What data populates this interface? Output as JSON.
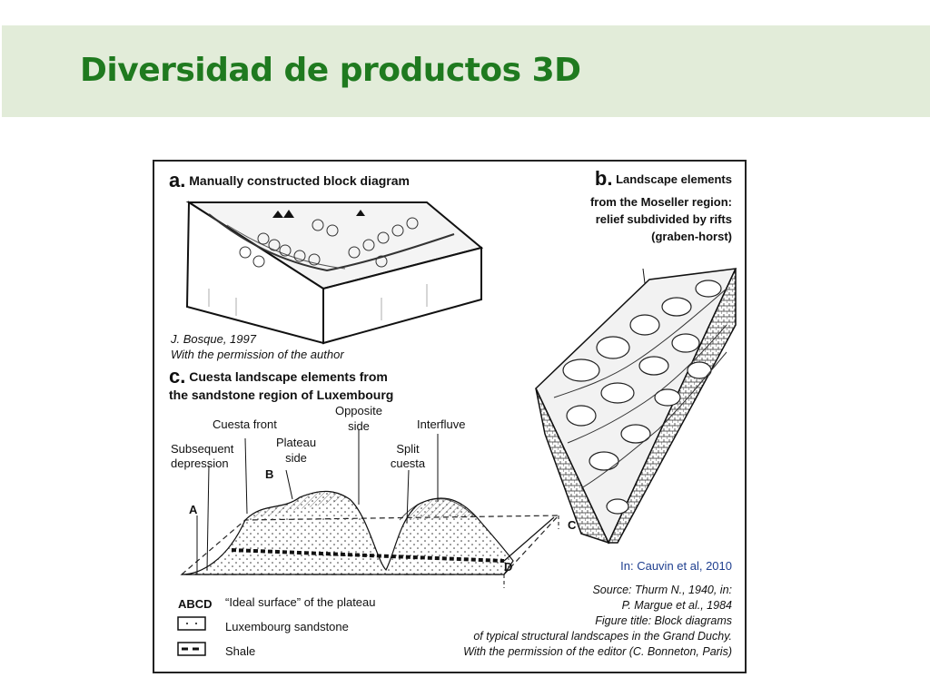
{
  "slide": {
    "title": "Diversidad de productos 3D"
  },
  "panel_a": {
    "letter": "a.",
    "title": "Manually constructed block diagram",
    "credit_line1": "J. Bosque, 1997",
    "credit_line2": "With the permission of the author"
  },
  "panel_b": {
    "letter": "b.",
    "title_lines": [
      "Landscape elements",
      "from the Moseller region:",
      "relief subdivided by rifts",
      "(graben-horst)"
    ],
    "citation": "In: Cauvin et al, 2010"
  },
  "panel_c": {
    "letter": "c.",
    "title_line1": "Cuesta landscape elements from",
    "title_line2": "the sandstone region of Luxembourg",
    "labels": {
      "cuesta_front": "Cuesta front",
      "opposite_side_1": "Opposite",
      "opposite_side_2": "side",
      "interfluve": "Interfluve",
      "plateau_side_1": "Plateau",
      "plateau_side_2": "side",
      "subsequent_depression_1": "Subsequent",
      "subsequent_depression_2": "depression",
      "split_cuesta_1": "Split",
      "split_cuesta_2": "cuesta",
      "corner_a": "A",
      "corner_b": "B",
      "corner_c": "C",
      "corner_d": "D"
    },
    "legend": [
      {
        "symbol": "ABCD",
        "label": "“Ideal surface” of the plateau"
      },
      {
        "symbol": "dots",
        "label": "Luxembourg sandstone"
      },
      {
        "symbol": "dashes",
        "label": "Shale"
      }
    ]
  },
  "source": {
    "lines": [
      "Source: Thurm N., 1940, in:",
      "P. Margue et al., 1984",
      "Figure title: Block diagrams",
      "of typical structural landscapes in the Grand Duchy.",
      "With the permission of the editor (C. Bonneton, Paris)"
    ]
  }
}
